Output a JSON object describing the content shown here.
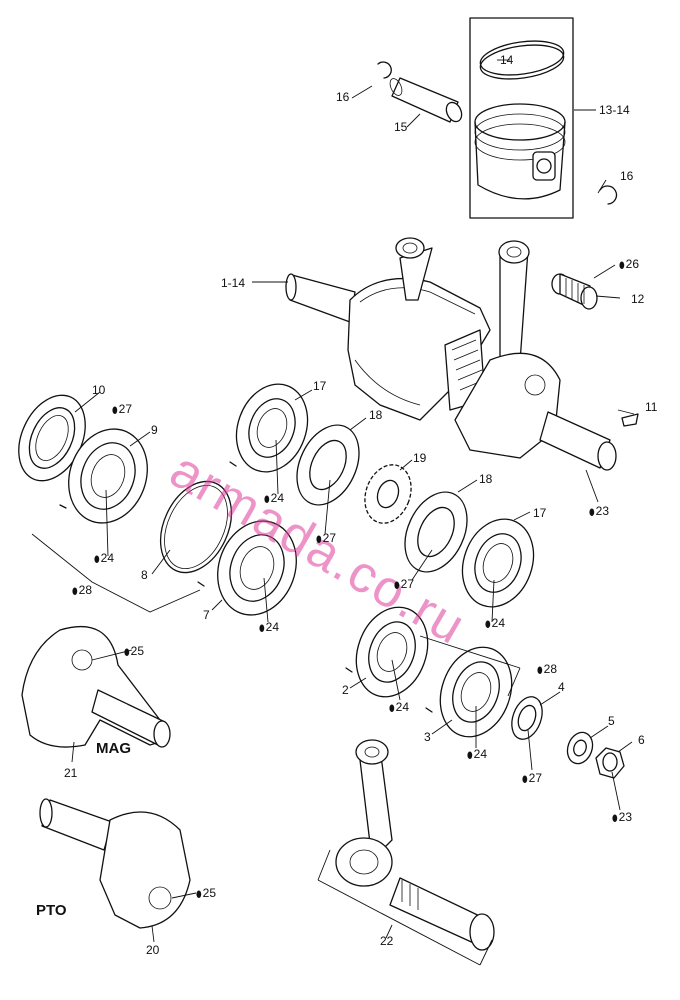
{
  "watermark": "armada.co.ru",
  "lube_icon": "oil-drop-icon",
  "lube_glyph": "💧",
  "callouts": [
    {
      "id": "c16a",
      "text": "16"
    },
    {
      "id": "c14",
      "text": "14"
    },
    {
      "id": "c15",
      "text": "15"
    },
    {
      "id": "c1314",
      "text": "13-14"
    },
    {
      "id": "c16b",
      "text": "16"
    },
    {
      "id": "c114",
      "text": "1-14"
    },
    {
      "id": "c26",
      "text": "26",
      "lube": true
    },
    {
      "id": "c12",
      "text": "12"
    },
    {
      "id": "c10",
      "text": "10"
    },
    {
      "id": "c27a",
      "text": "27",
      "lube": true
    },
    {
      "id": "c9",
      "text": "9"
    },
    {
      "id": "c17a",
      "text": "17"
    },
    {
      "id": "c18a",
      "text": "18"
    },
    {
      "id": "c11",
      "text": "11"
    },
    {
      "id": "c19",
      "text": "19"
    },
    {
      "id": "c24a",
      "text": "24",
      "lube": true
    },
    {
      "id": "c23a",
      "text": "23",
      "lube": true
    },
    {
      "id": "c24b",
      "text": "24",
      "lube": true
    },
    {
      "id": "c27b",
      "text": "27",
      "lube": true
    },
    {
      "id": "c18b",
      "text": "18"
    },
    {
      "id": "c17b",
      "text": "17"
    },
    {
      "id": "c8",
      "text": "8"
    },
    {
      "id": "c28a",
      "text": "28",
      "lube": true
    },
    {
      "id": "c27c",
      "text": "27",
      "lube": true
    },
    {
      "id": "c7",
      "text": "7"
    },
    {
      "id": "c24c",
      "text": "24",
      "lube": true
    },
    {
      "id": "c24d",
      "text": "24",
      "lube": true
    },
    {
      "id": "c25a",
      "text": "25",
      "lube": true
    },
    {
      "id": "c28b",
      "text": "28",
      "lube": true
    },
    {
      "id": "c4",
      "text": "4"
    },
    {
      "id": "c2",
      "text": "2"
    },
    {
      "id": "c24e",
      "text": "24",
      "lube": true
    },
    {
      "id": "c3",
      "text": "3"
    },
    {
      "id": "c5",
      "text": "5"
    },
    {
      "id": "c6",
      "text": "6"
    },
    {
      "id": "c24f",
      "text": "24",
      "lube": true
    },
    {
      "id": "c27d",
      "text": "27",
      "lube": true
    },
    {
      "id": "c21",
      "text": "21"
    },
    {
      "id": "c23b",
      "text": "23",
      "lube": true
    },
    {
      "id": "c25b",
      "text": "25",
      "lube": true
    },
    {
      "id": "c22",
      "text": "22"
    },
    {
      "id": "c20",
      "text": "20"
    }
  ],
  "captions": {
    "mag": "MAG",
    "pto": "PTO"
  }
}
